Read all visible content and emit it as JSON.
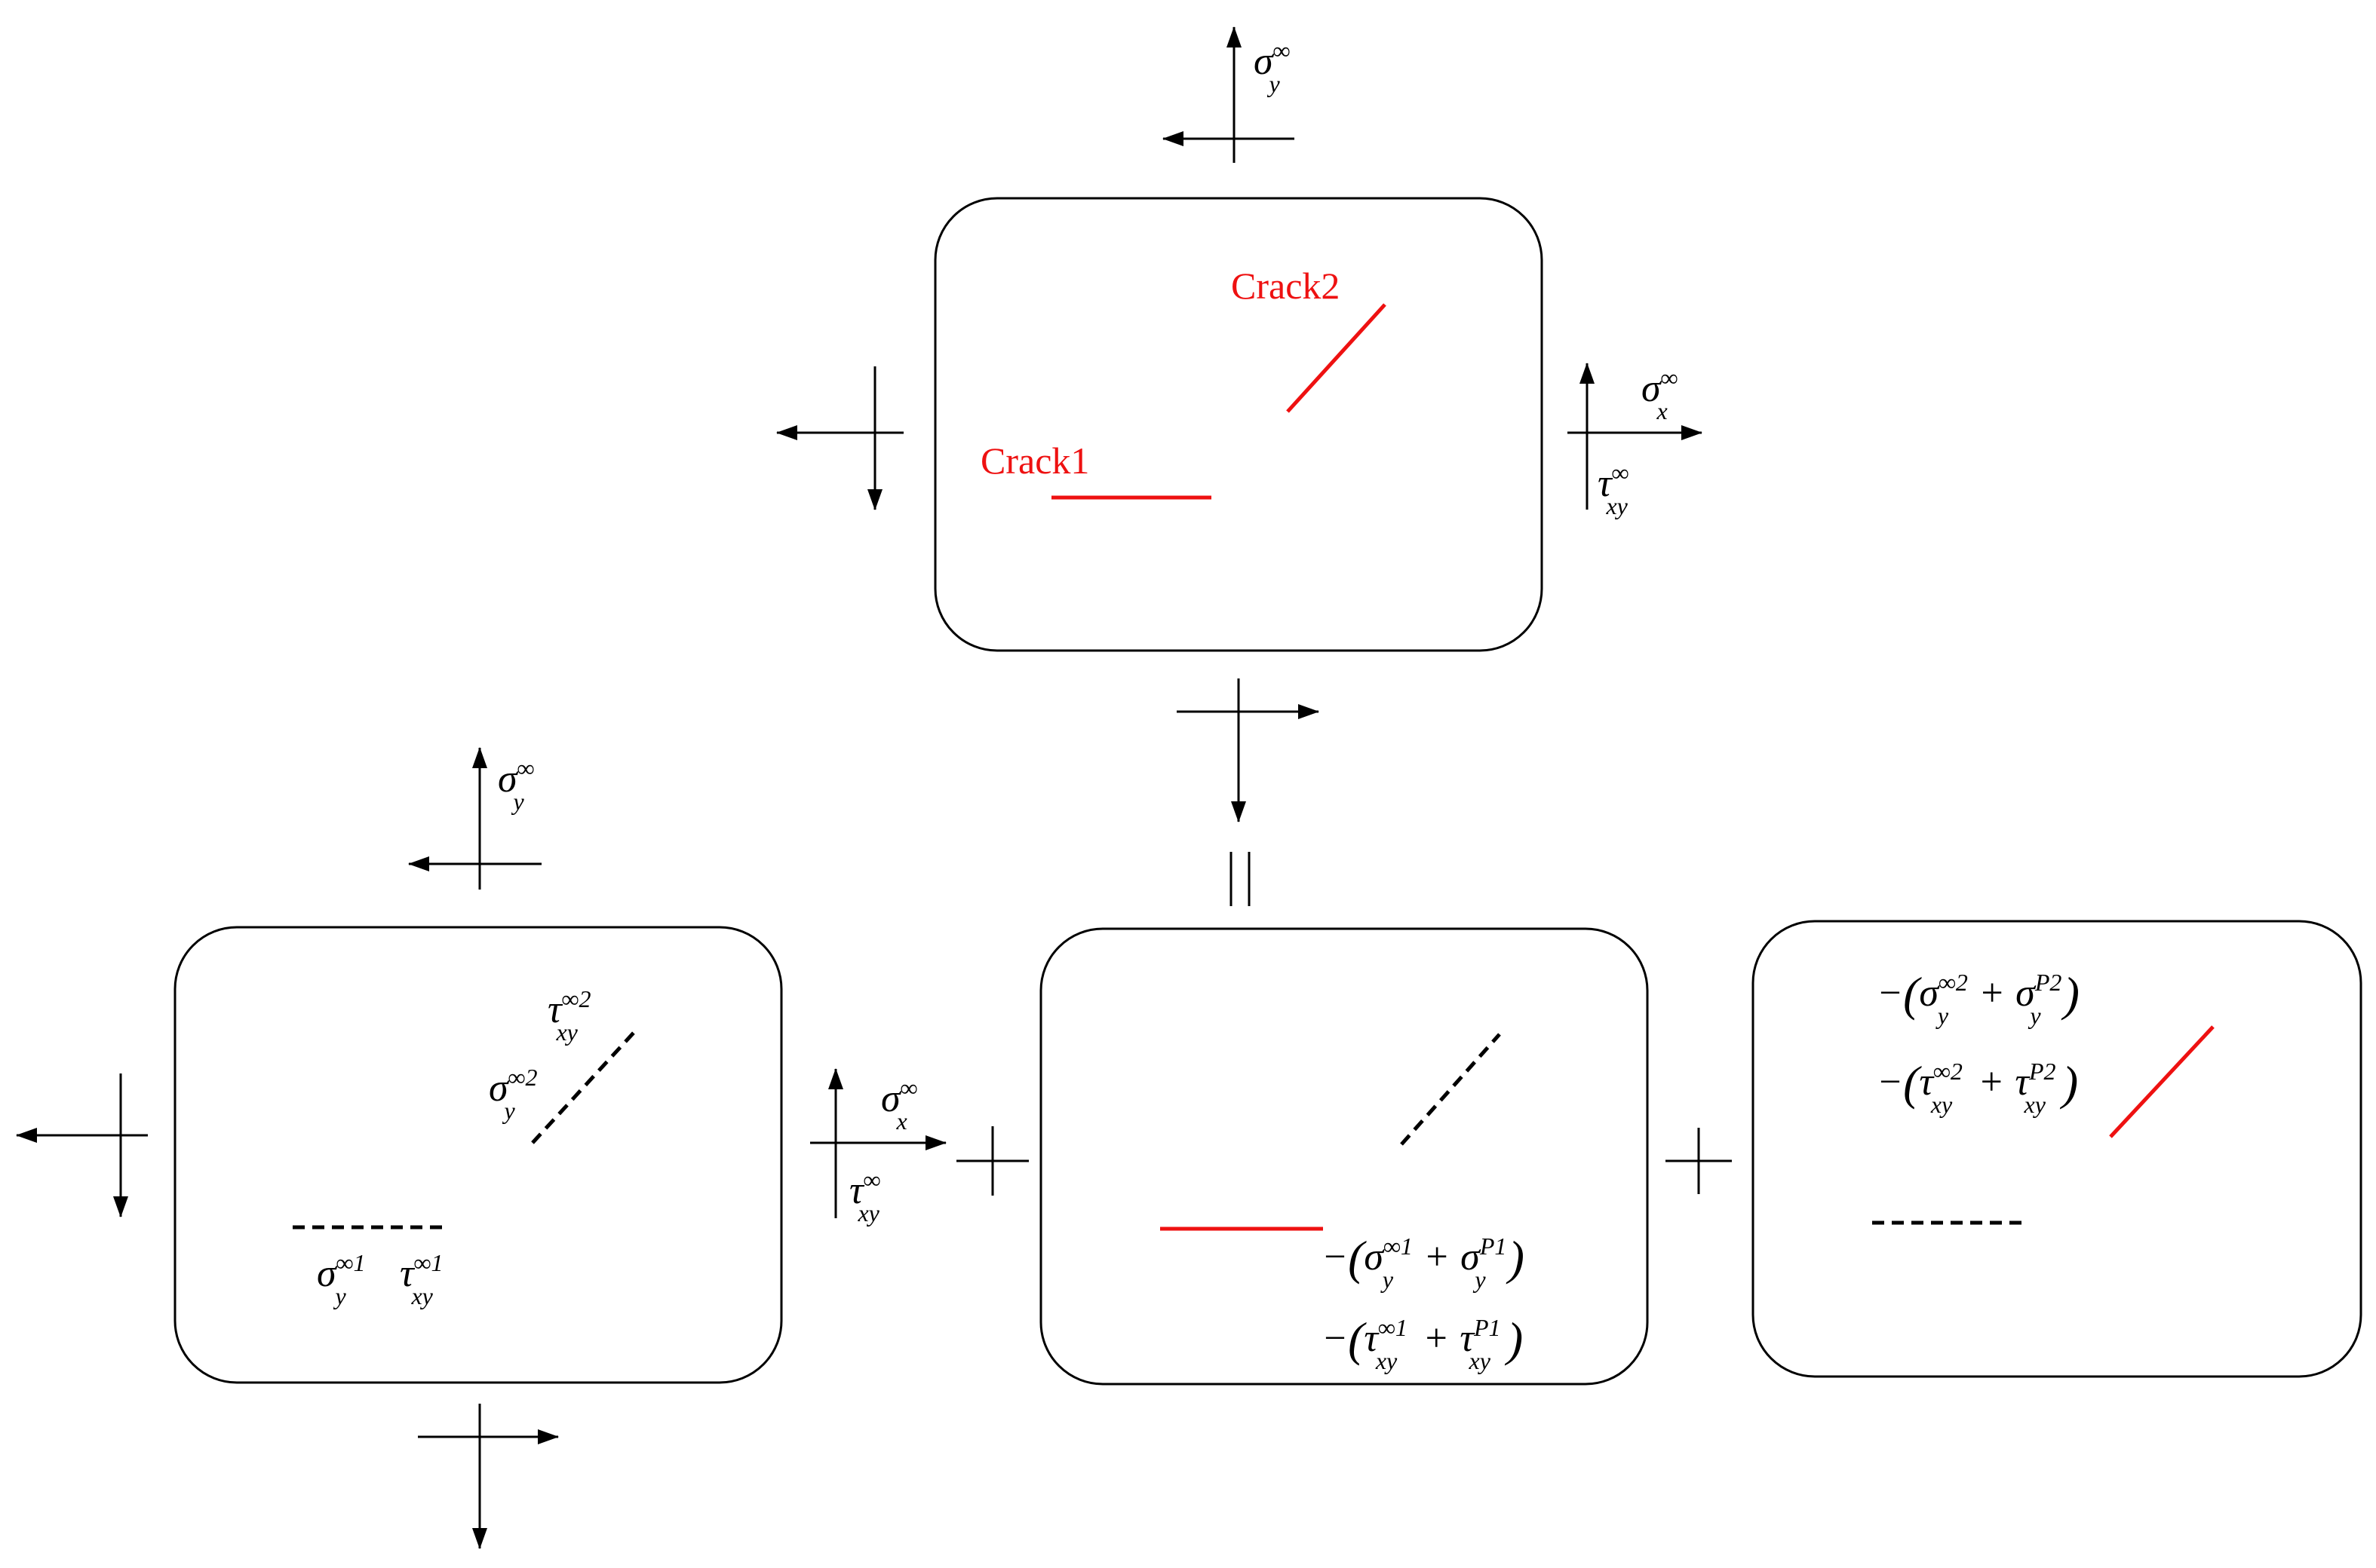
{
  "labels": {
    "crack1": "Crack1",
    "crack2": "Crack2",
    "sigma": "σ",
    "tau": "τ",
    "sub_x": "x",
    "sub_y": "y",
    "sub_xy": "xy",
    "sup_inf": "∞",
    "sup_inf1": "∞1",
    "sup_inf2": "∞2",
    "sup_P1": "P1",
    "sup_P2": "P2",
    "minus": "−",
    "plus": "+",
    "lparen": "(",
    "rparen": ")",
    "op_equals": "=",
    "op_plus": "+"
  },
  "colors": {
    "crack": "#e11",
    "ink": "#000000"
  }
}
